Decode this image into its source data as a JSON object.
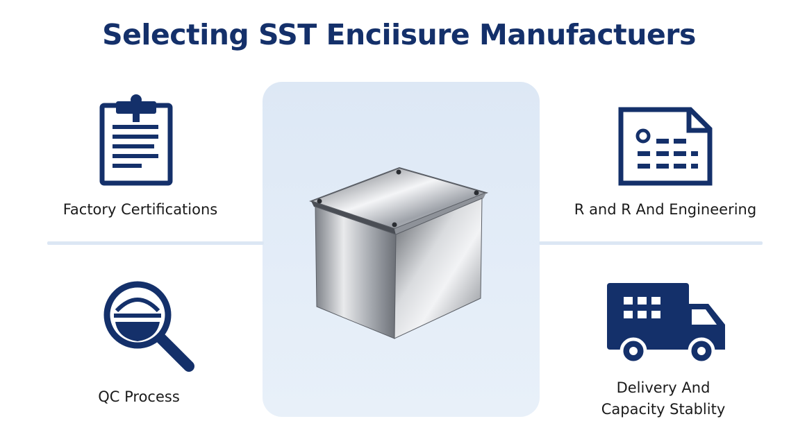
{
  "title": "Selecting SST Enciisure Manufactuers",
  "features": {
    "factory_certifications": {
      "label": "Factory Certifications",
      "icon": "clipboard-icon"
    },
    "rnd_engineering": {
      "label": "R and R And Engineering",
      "icon": "document-icon"
    },
    "qc_process": {
      "label": "QC Process",
      "icon": "magnifier-icon"
    },
    "delivery_capacity": {
      "label_line1": "Delivery And",
      "label_line2": "Capacity Stablity",
      "icon": "delivery-truck-icon"
    }
  },
  "center": {
    "icon": "steel-enclosure-box-icon"
  },
  "colors": {
    "navy": "#14306a",
    "panel": "#e3ecf7",
    "divider": "#dce7f4"
  }
}
